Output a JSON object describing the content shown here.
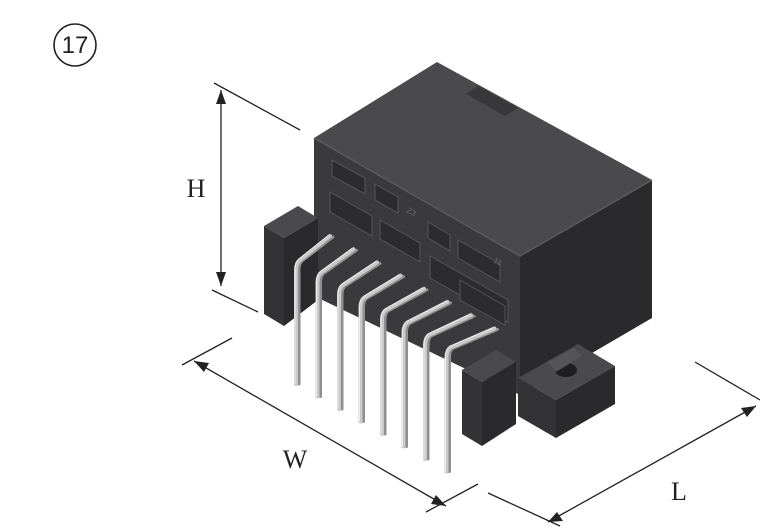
{
  "figure_number": "17",
  "dimensions": {
    "height_label": "H",
    "width_label": "W",
    "length_label": "L"
  },
  "housing_mark": "Z3",
  "cavity_mark": "11",
  "pin_count": 8,
  "colors": {
    "housing": "#3a3a3c",
    "housing_shadow": "#2a2a2c",
    "housing_highlight": "#4a4a4d",
    "pin": "#c9c9c9",
    "pin_shadow": "#8f8f8f",
    "line": "#222222"
  }
}
